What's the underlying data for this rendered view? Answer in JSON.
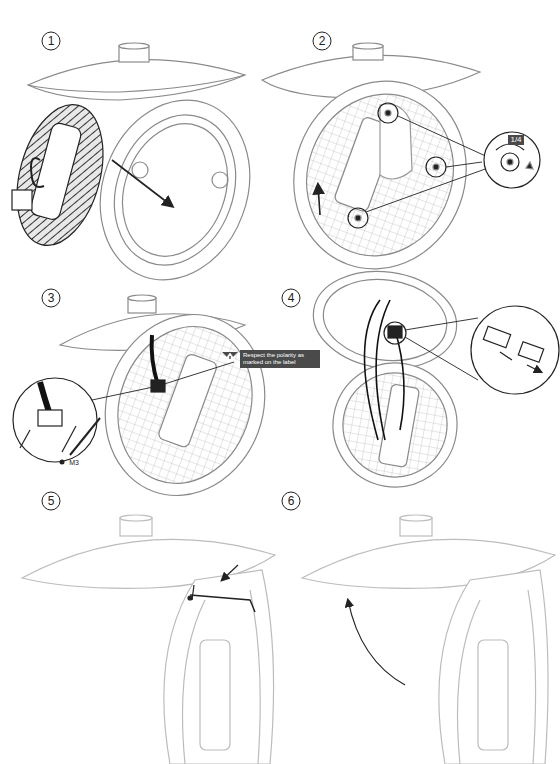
{
  "diagram": {
    "nodes": [
      {
        "text": [
          "Respect the polarity as marked on the label"
        ]
      }
    ],
    "labels": [
      "1",
      "2",
      "3",
      "4",
      "5",
      "6",
      "1/4",
      "M3"
    ]
  }
}
